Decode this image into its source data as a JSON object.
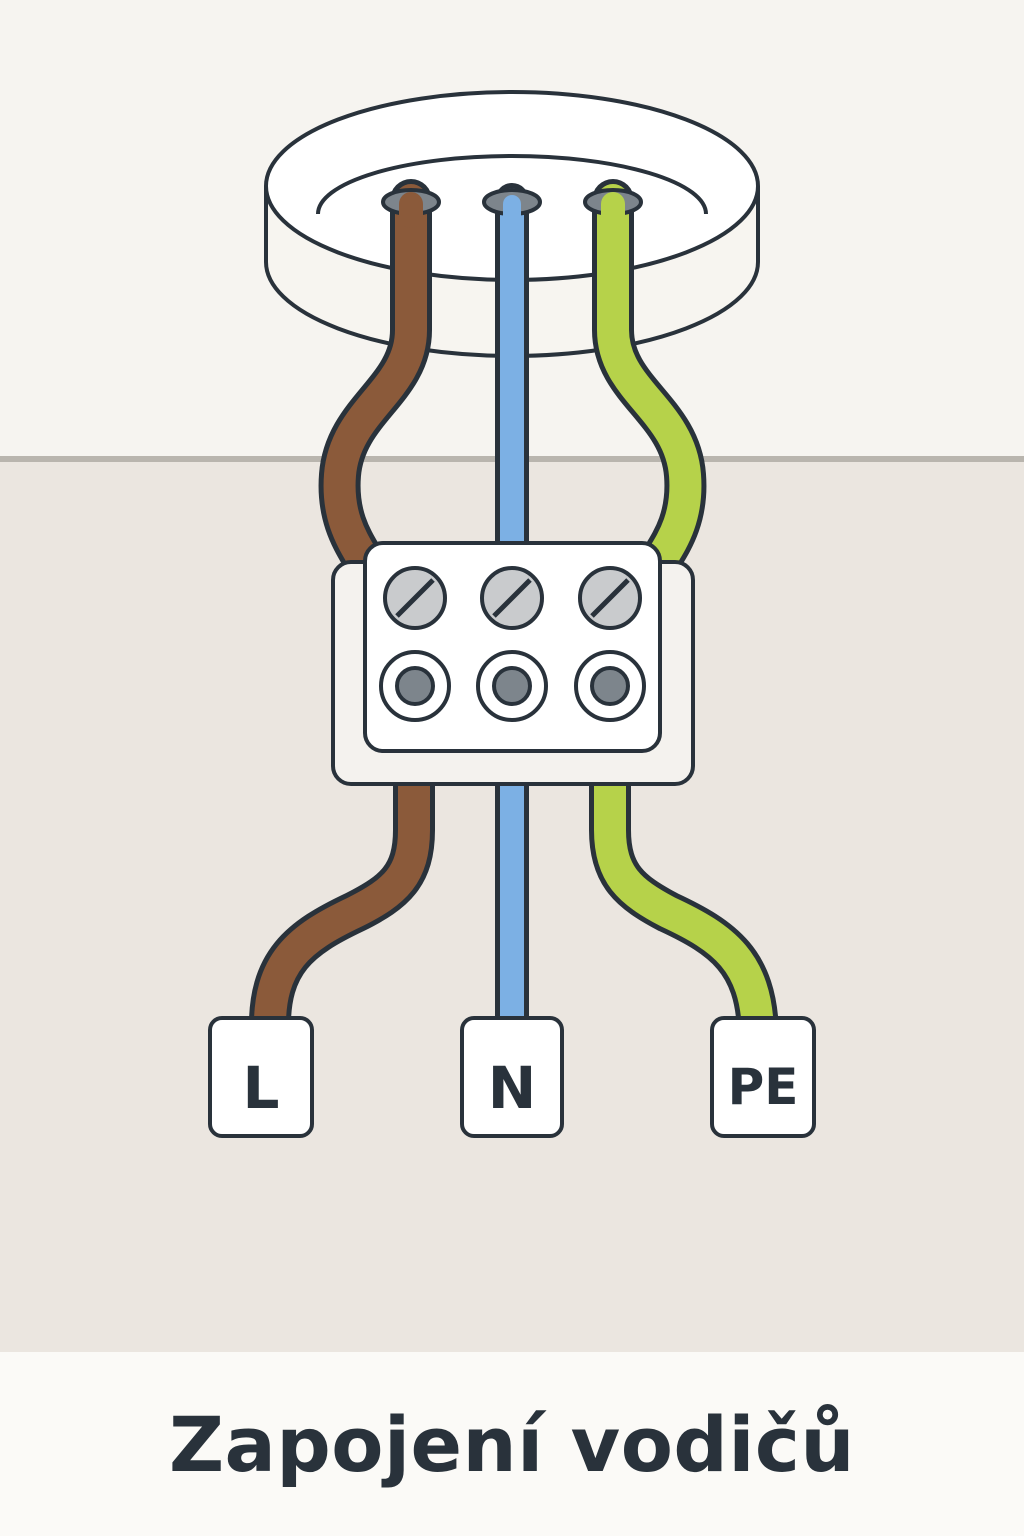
{
  "caption": "Zapojení vodičů",
  "terminals": {
    "live": "L",
    "neutral": "N",
    "earth": "PE"
  },
  "colors": {
    "live_wire": "#8b5a3a",
    "neutral_wire": "#7cb0e4",
    "earth_wire": "#b6d24a",
    "outline": "#29323b",
    "ceiling": "#f6f4f0",
    "wall": "#ebe6e0",
    "screw": "#7d858c"
  }
}
